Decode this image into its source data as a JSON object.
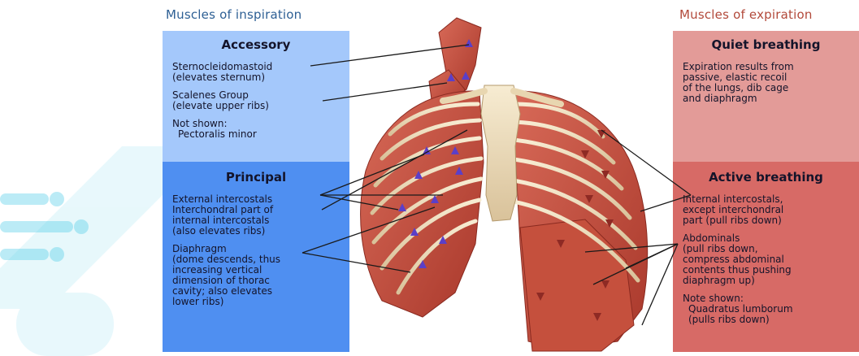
{
  "headings": {
    "inspiration": "Muscles of inspiration",
    "expiration": "Muscles of expiration"
  },
  "accessory": {
    "title": "Accessory",
    "items": [
      [
        "Sternocleidomastoid",
        "(elevates sternum)"
      ],
      [
        "Scalenes Group",
        "(elevate upper ribs)"
      ],
      [
        "Not shown:",
        "Pectoralis minor"
      ]
    ]
  },
  "principal": {
    "title": "Principal",
    "items": [
      [
        "External intercostals",
        "Interchondral part of",
        "internal intercostals",
        "(also elevates ribs)"
      ],
      [
        "Diaphragm",
        "(dome descends, thus",
        "increasing vertical",
        "dimension of thorac",
        "cavity; also elevates",
        "lower ribs)"
      ]
    ]
  },
  "quiet": {
    "title": "Quiet breathing",
    "text": [
      "Expiration results from",
      "passive, elastic recoil",
      "of the lungs, dib cage",
      "and diaphragm"
    ]
  },
  "active": {
    "title": "Active breathing",
    "items": [
      [
        "Internal intercostals,",
        "except interchondral",
        "part (pull ribs down)"
      ],
      [
        "Abdominals",
        "(pull ribs down,",
        "compress abdominal",
        "contents thus pushing",
        "diaphragm up)"
      ],
      [
        "Note shown:",
        "Quadratus lumborum",
        "(pulls ribs down)"
      ]
    ]
  },
  "colors": {
    "accessory_bg": "#a4c8fb",
    "principal_bg": "#4f8ff1",
    "quiet_bg": "#e39b98",
    "active_bg": "#d76a66",
    "muscle": "#c94a3a",
    "bone": "#f2e2c0",
    "watermark": "#40c8e6"
  }
}
